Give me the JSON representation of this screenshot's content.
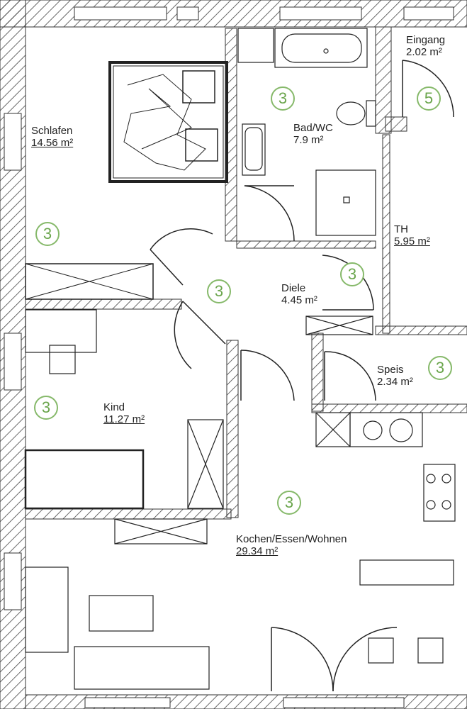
{
  "rooms": {
    "schlafen": {
      "name": "Schlafen",
      "area": "14.56 m²",
      "marker": "3"
    },
    "bad": {
      "name": "Bad/WC",
      "area": "7.9 m²",
      "marker": "3"
    },
    "eingang": {
      "name": "Eingang",
      "area": "2.02 m²",
      "marker": "5"
    },
    "th": {
      "name": "TH",
      "area": "5.95 m²"
    },
    "diele": {
      "name": "Diele",
      "area": "4.45 m²",
      "marker": "3"
    },
    "flur_marker": {
      "marker": "3"
    },
    "speis": {
      "name": "Speis",
      "area": "2.34 m²",
      "marker": "3"
    },
    "kind": {
      "name": "Kind",
      "area": "11.27 m²",
      "marker": "3"
    },
    "wohnen": {
      "name": "Kochen/Essen/Wohnen",
      "area": "29.34 m²",
      "marker": "3"
    }
  },
  "colors": {
    "wall": "#333333",
    "marker": "#6aa54c"
  }
}
